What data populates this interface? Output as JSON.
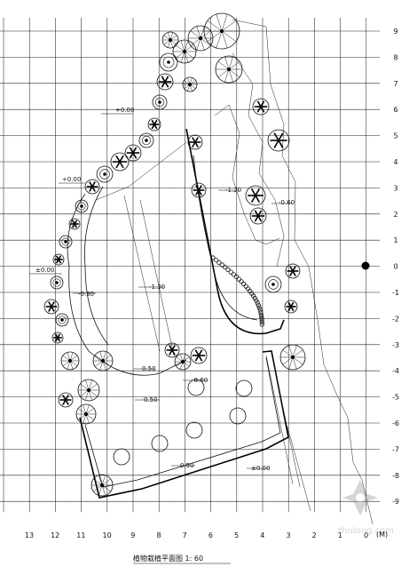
{
  "drawing": {
    "title": "植物栽植平面图 1: 60",
    "unit_label": "(M)"
  },
  "axes": {
    "vertical": [
      "9",
      "8",
      "7",
      "6",
      "5",
      "4",
      "3",
      "2",
      "1",
      "0",
      "-1",
      "-2",
      "-3",
      "-4",
      "-5",
      "-6",
      "-7",
      "-8",
      "-9"
    ],
    "horizontal": [
      "13",
      "12",
      "11",
      "10",
      "9",
      "8",
      "7",
      "6",
      "5",
      "4",
      "3",
      "2",
      "1",
      "0"
    ]
  },
  "elevations": {
    "e1": "+0.00",
    "e2": "+0.00",
    "e3": "±0.00",
    "e4": "-0.30",
    "e5": "-1.30",
    "e6": "-1.20",
    "e7": "-0.60",
    "e8": "0.50",
    "e9": "-0.60",
    "e10": "0.50",
    "e11": "0.50",
    "e12": "±0.00"
  },
  "watermark": "zhulong.com",
  "colors": {
    "ink": "#111111",
    "grid": "#222222",
    "paper": "#ffffff"
  }
}
